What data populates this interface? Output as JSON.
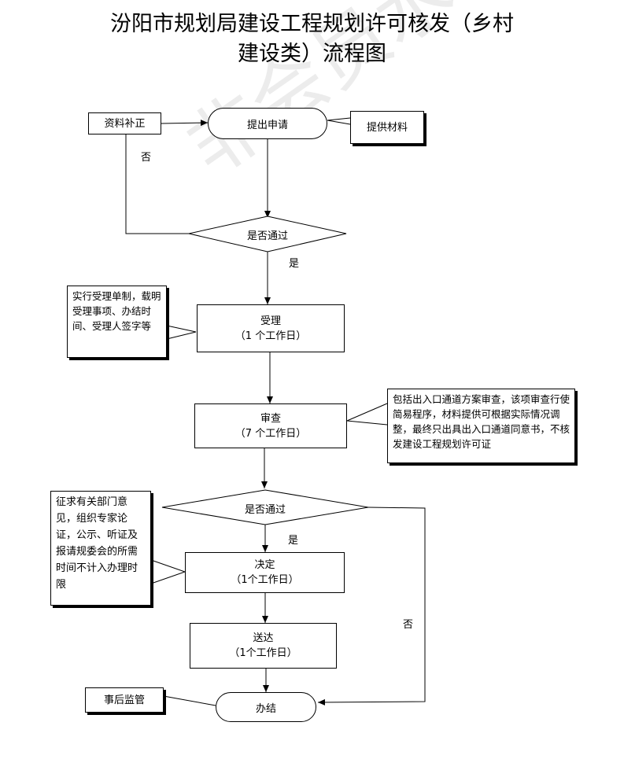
{
  "title": {
    "line1": "汾阳市规划局建设工程规划许可核发（乡村",
    "line2": "建设类）流程图"
  },
  "watermark": "非会员水印",
  "nodes": {
    "supplement": "资料补正",
    "submit": "提出申请",
    "provide": "提供材料",
    "decision1": "是否通过",
    "accept": {
      "label": "受理",
      "days": "（1 个工作日）"
    },
    "review": {
      "label": "审查",
      "days": "（7 个工作日）"
    },
    "decision2": "是否通过",
    "decide": {
      "label": "决定",
      "days": "（1个工作日）"
    },
    "deliver": {
      "label": "送达",
      "days": "（1个工作日）"
    },
    "complete": "办结",
    "supervise": "事后监管"
  },
  "notes": {
    "accept_note": "实行受理单制，载明受理事项、办结时间、受理人签字等",
    "review_note": "包括出入口通道方案审查，该项审查行使简易程序，材料提供可根据实际情况调整，最终只出具出入口通道同意书，不核发建设工程规划许可证",
    "decide_note": "征求有关部门意见，组织专家论证，公示、听证及报请规委会的所需时间不计入办理时限"
  },
  "edge_labels": {
    "no1": "否",
    "yes1": "是",
    "yes2": "是",
    "no2": "否"
  }
}
